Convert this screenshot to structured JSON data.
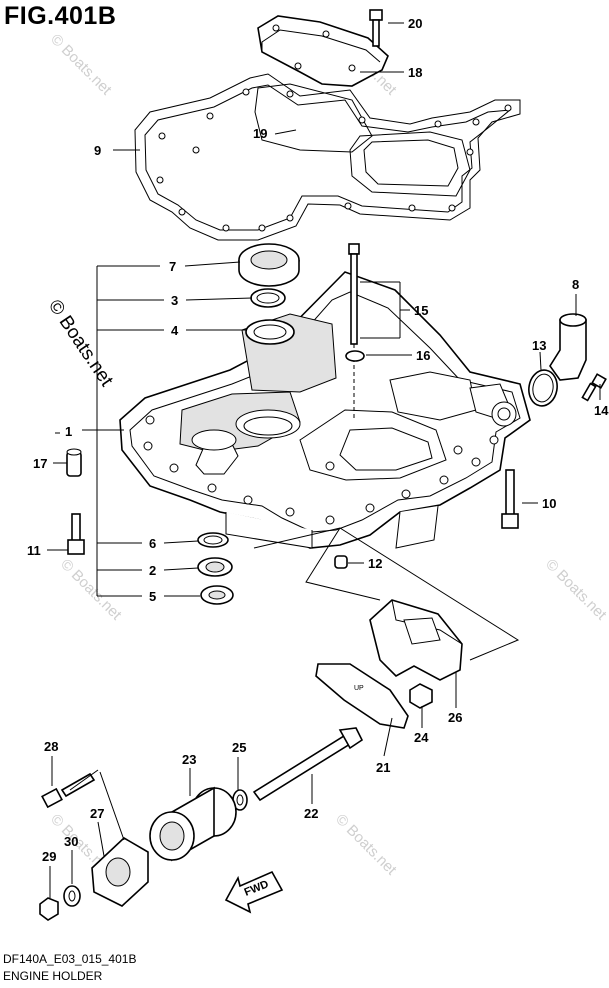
{
  "figure": {
    "title": "FIG.401B",
    "code": "DF140A_E03_015_401B",
    "name": "ENGINE HOLDER"
  },
  "watermark": "© Boats.net",
  "callouts": [
    "1",
    "2",
    "3",
    "4",
    "5",
    "6",
    "7",
    "8",
    "9",
    "10",
    "11",
    "12",
    "13",
    "14",
    "15",
    "16",
    "17",
    "18",
    "19",
    "20",
    "21",
    "22",
    "23",
    "24",
    "25",
    "26",
    "27",
    "28",
    "29",
    "30"
  ],
  "fwd_label": "FWD",
  "gasket_stamp": "UP"
}
